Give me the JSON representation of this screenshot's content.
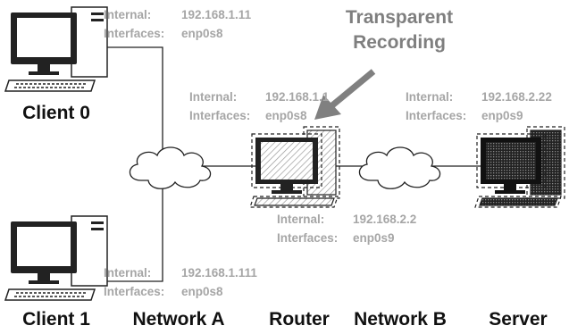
{
  "nodes": {
    "client0": {
      "name": "Client 0",
      "internal_label": "Internal:",
      "internal": "192.168.1.11",
      "interfaces_label": "Interfaces:",
      "interfaces": "enp0s8"
    },
    "client1": {
      "name": "Client 1",
      "internal_label": "Internal:",
      "internal": "192.168.1.111",
      "interfaces_label": "Interfaces:",
      "interfaces": "enp0s8"
    },
    "router_a": {
      "internal_label": "Internal:",
      "internal": "192.168.1.1",
      "interfaces_label": "Interfaces:",
      "interfaces": "enp0s8"
    },
    "router_b": {
      "internal_label": "Internal:",
      "internal": "192.168.2.2",
      "interfaces_label": "Interfaces:",
      "interfaces": "enp0s9"
    },
    "router": {
      "name": "Router"
    },
    "server": {
      "name": "Server",
      "internal_label": "Internal:",
      "internal": "192.168.2.22",
      "interfaces_label": "Interfaces:",
      "interfaces": "enp0s9"
    }
  },
  "networks": {
    "a": "Network A",
    "b": "Network B"
  },
  "callout": {
    "line1": "Transparent",
    "line2": "Recording"
  },
  "colors": {
    "text_gray": "#a6a6a6",
    "callout_gray": "#7f7f7f",
    "arrow_gray": "#808080",
    "dark": "#111111"
  }
}
